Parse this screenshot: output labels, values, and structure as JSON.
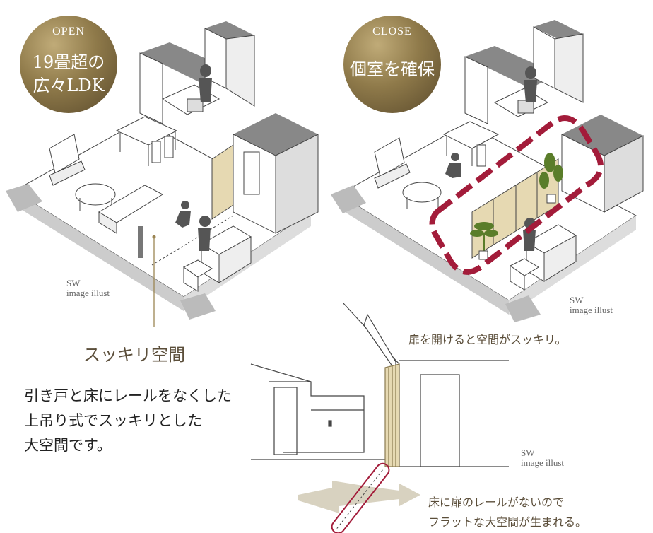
{
  "open_badge": {
    "label": "OPEN",
    "line1": "19畳超の",
    "line2": "広々LDK"
  },
  "close_badge": {
    "label": "CLOSE",
    "line1": "個室を確保"
  },
  "credits": {
    "left": [
      "SW",
      "image illust"
    ],
    "right": [
      "SW",
      "image illust"
    ],
    "bottom": [
      "SW",
      "image illust"
    ]
  },
  "feature": {
    "title": "スッキリ空間",
    "description": "引き戸と床にレールをなくした\n上吊り式でスッキリとした\n大空間です。"
  },
  "notes": {
    "door_open": "扉を開けると空間がスッキリ。",
    "flat_floor": "床に扉のレールがないので\nフラットな大空間が生まれる。"
  },
  "colors": {
    "gold": "#9b8553",
    "highlight": "#a31c3a",
    "door": "#e6d9b2",
    "arrow": "#d8d2c0"
  }
}
